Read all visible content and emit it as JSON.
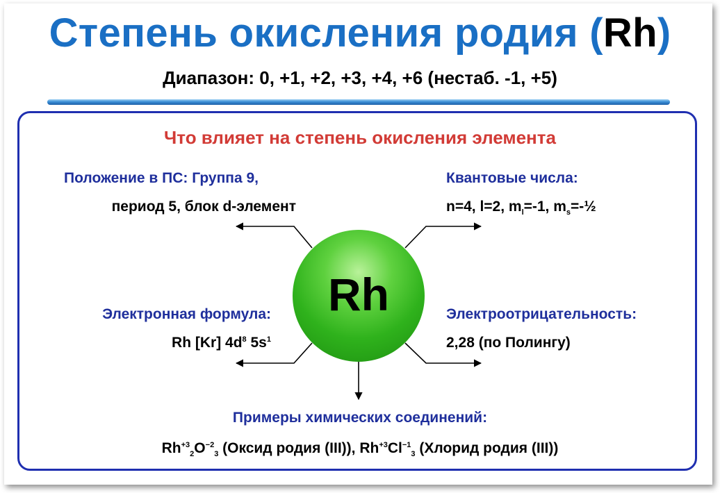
{
  "header": {
    "title_main": "Степень окисления родия (",
    "title_symbol": "Rh",
    "title_close": ")",
    "range": "Диапазон: 0, +1, +2, +3, +4, +6 (нестаб. -1, +5)"
  },
  "diagram": {
    "subtitle": "Что влияет на степень окисления элемента",
    "center_symbol": "Rh",
    "position": {
      "label": "Положение в ПС: Группа 9,",
      "value": "период 5, блок d-элемент"
    },
    "quantum": {
      "label": "Квантовые числа:",
      "n_l": "n=4, l=2, m",
      "ml_sub": "l",
      "ml_val": "=-1, m",
      "ms_sub": "s",
      "ms_val": "=-½"
    },
    "electron": {
      "label": "Электронная формула:",
      "value_base": "Rh [Kr] 4d",
      "d_sup": "8",
      "s_part": " 5s",
      "s_sup": "1"
    },
    "electroneg": {
      "label": "Электроотрицательность:",
      "value": "2,28 (по Полингу)"
    },
    "examples": {
      "label": "Примеры химических соединений:",
      "c1_rh": "Rh",
      "c1_rh_sup": "+3",
      "c1_rh_sub": "2",
      "c1_o": "O",
      "c1_o_sup": "−2",
      "c1_o_sub": "3",
      "c1_name": " (Оксид родия (III)), ",
      "c2_rh": "Rh",
      "c2_rh_sup": "+3",
      "c2_cl": "Cl",
      "c2_cl_sup": "−1",
      "c2_cl_sub": "3",
      "c2_name": " (Хлорид родия (III))"
    }
  },
  "colors": {
    "title": "#1a6fc4",
    "subtitle": "#d23b36",
    "label_blue": "#1f2f9c",
    "frame": "#1f2fb0",
    "sphere": "#2fb21c"
  }
}
